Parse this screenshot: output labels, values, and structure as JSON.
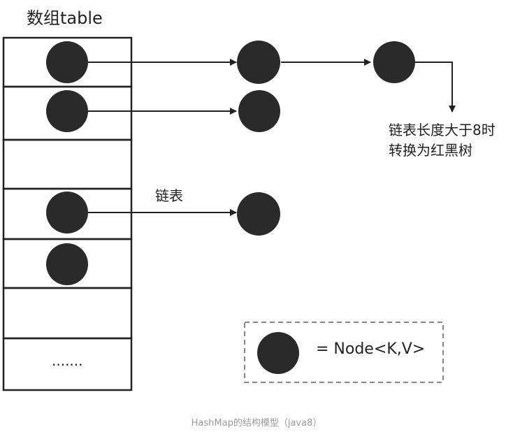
{
  "title": "数组table",
  "chain_label": "链表",
  "tree_label_line1": "链表长度大于8时",
  "tree_label_line2": "转换为红黑树",
  "ellipsis": ".......",
  "legend": {
    "text": "= Node<K,V>"
  },
  "caption": "HashMap的结构模型（java8）",
  "colors": {
    "stroke": "#222222",
    "node": "#2a2a2a",
    "dash": "#888888",
    "caption": "#999999"
  }
}
